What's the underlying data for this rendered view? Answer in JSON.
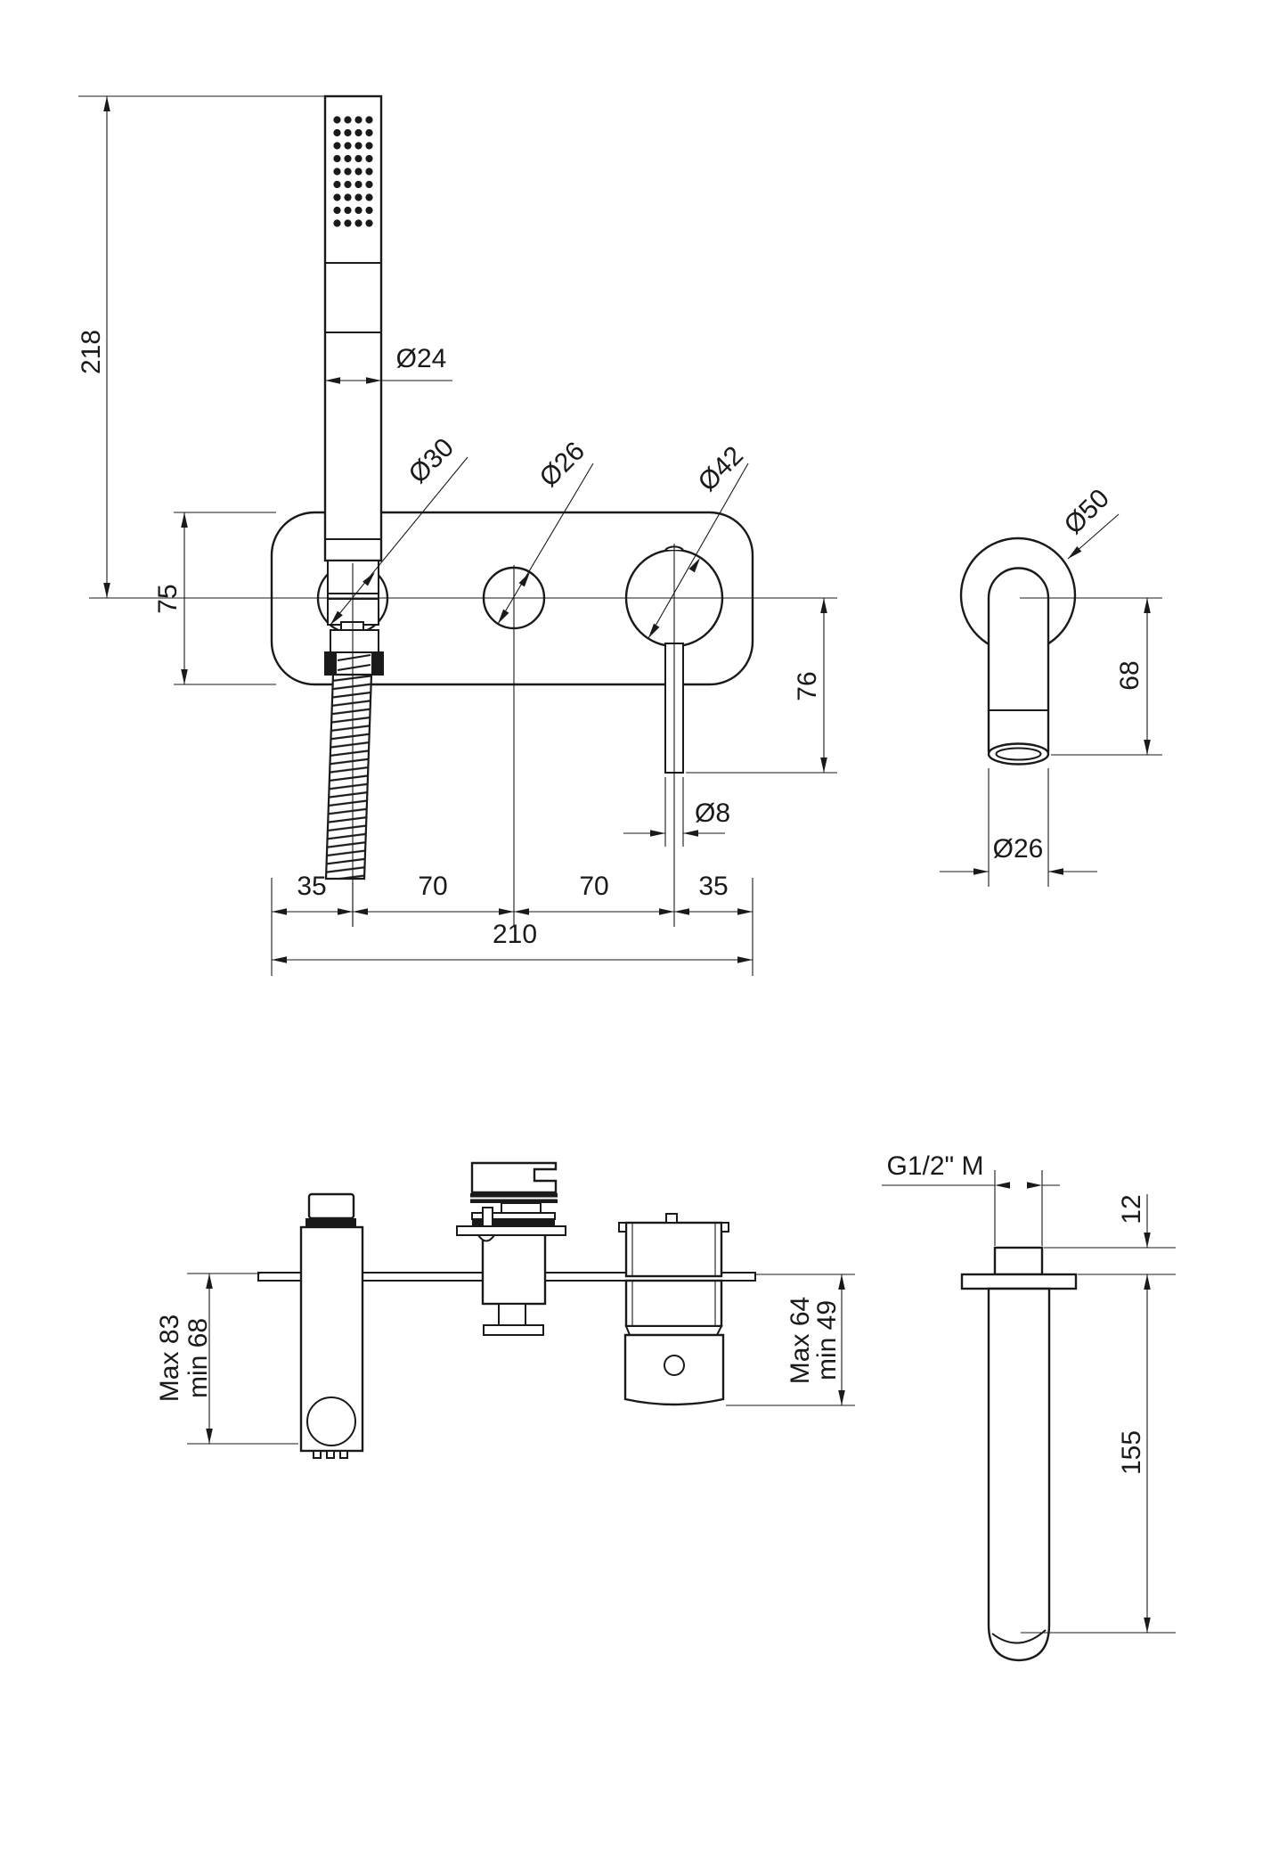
{
  "document": {
    "type": "technical-drawing",
    "subject": "concealed shower mixer set with handshower, wall spout and ceiling arm",
    "units": "mm"
  },
  "colors": {
    "line": "#1a1a1a",
    "background": "#ffffff"
  },
  "labels": {
    "len_218": "218",
    "len_75": "75",
    "dia_24": "Ø24",
    "dia_30": "Ø30",
    "dia_26": "Ø26",
    "dia_42": "Ø42",
    "len_76": "76",
    "dia_8": "Ø8",
    "len_35_left": "35",
    "len_70_left": "70",
    "len_70_right": "70",
    "len_35_right": "35",
    "len_210": "210",
    "dia_50": "Ø50",
    "len_68": "68",
    "dia_26_spout": "Ø26",
    "max_83": "Max 83",
    "min_68": "min 68",
    "max_64": "Max 64",
    "min_49": "min 49",
    "thread": "G1/2\" M",
    "len_12": "12",
    "len_155": "155"
  }
}
